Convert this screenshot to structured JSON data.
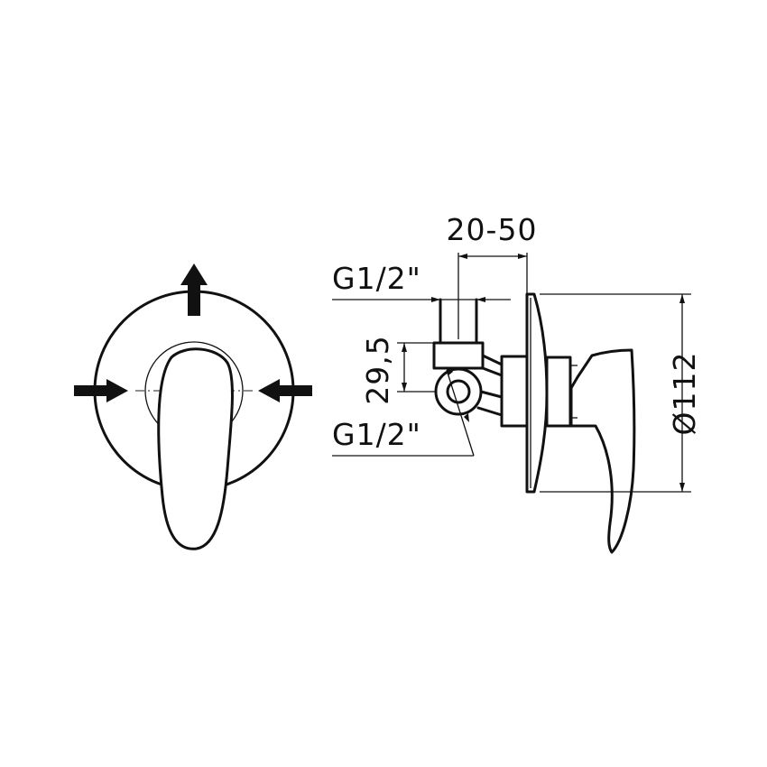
{
  "labels": {
    "top_width": "20-50",
    "inlet_top": "G1/2\"",
    "height": "29,5",
    "inlet_bottom": "G1/2\"",
    "diameter": "Ø112"
  },
  "colors": {
    "ink": "#111111",
    "background": "#ffffff"
  }
}
